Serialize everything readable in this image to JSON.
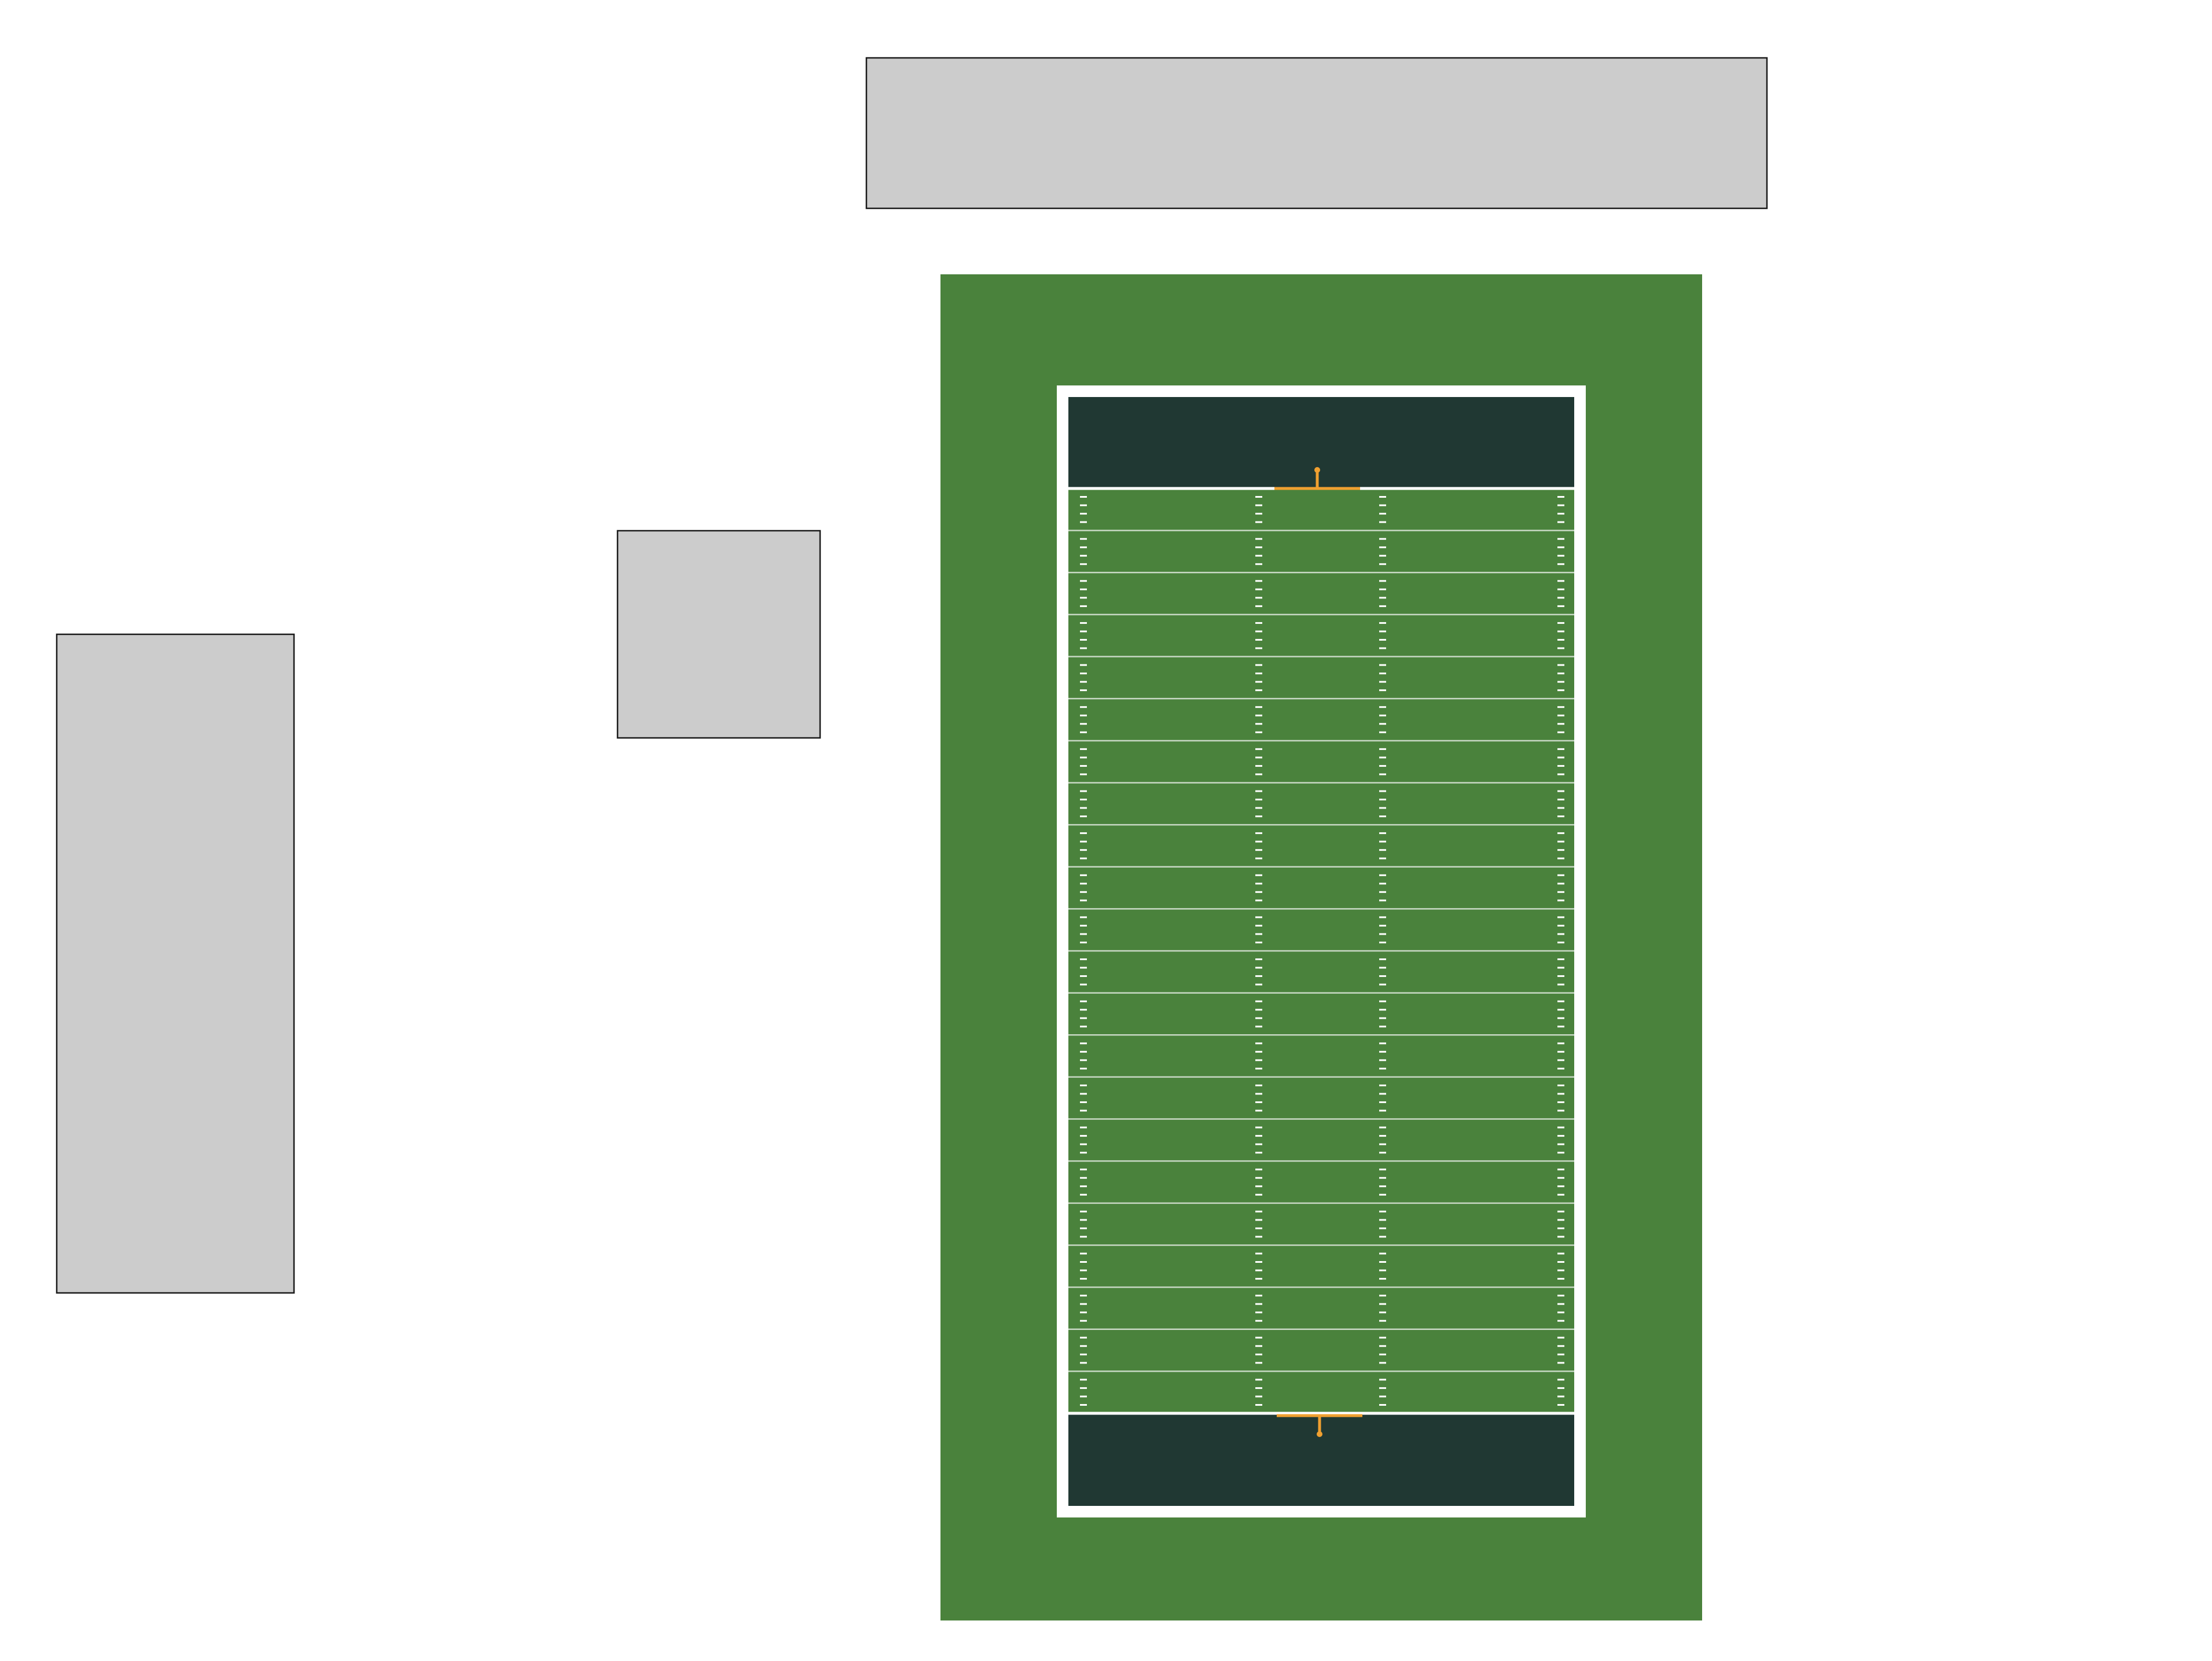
{
  "colors": {
    "background": "#ffffff",
    "grey_box_fill": "#cccccc",
    "grey_box_stroke": "#1a1a1a",
    "turf": "#4a823c",
    "endzone": "#203833",
    "border_line": "#ffffff",
    "yard_line": "#c8d8c4",
    "hash_mark": "#ffffff",
    "goal_post": "#f0a030"
  },
  "field": {
    "orientation": "vertical",
    "yard_lines": 22,
    "hash_columns": 4,
    "ticks_per_section": 4,
    "goal_posts": 2
  },
  "blocks": [
    {
      "name": "top-banner-block"
    },
    {
      "name": "middle-small-block"
    },
    {
      "name": "left-tall-block"
    }
  ]
}
